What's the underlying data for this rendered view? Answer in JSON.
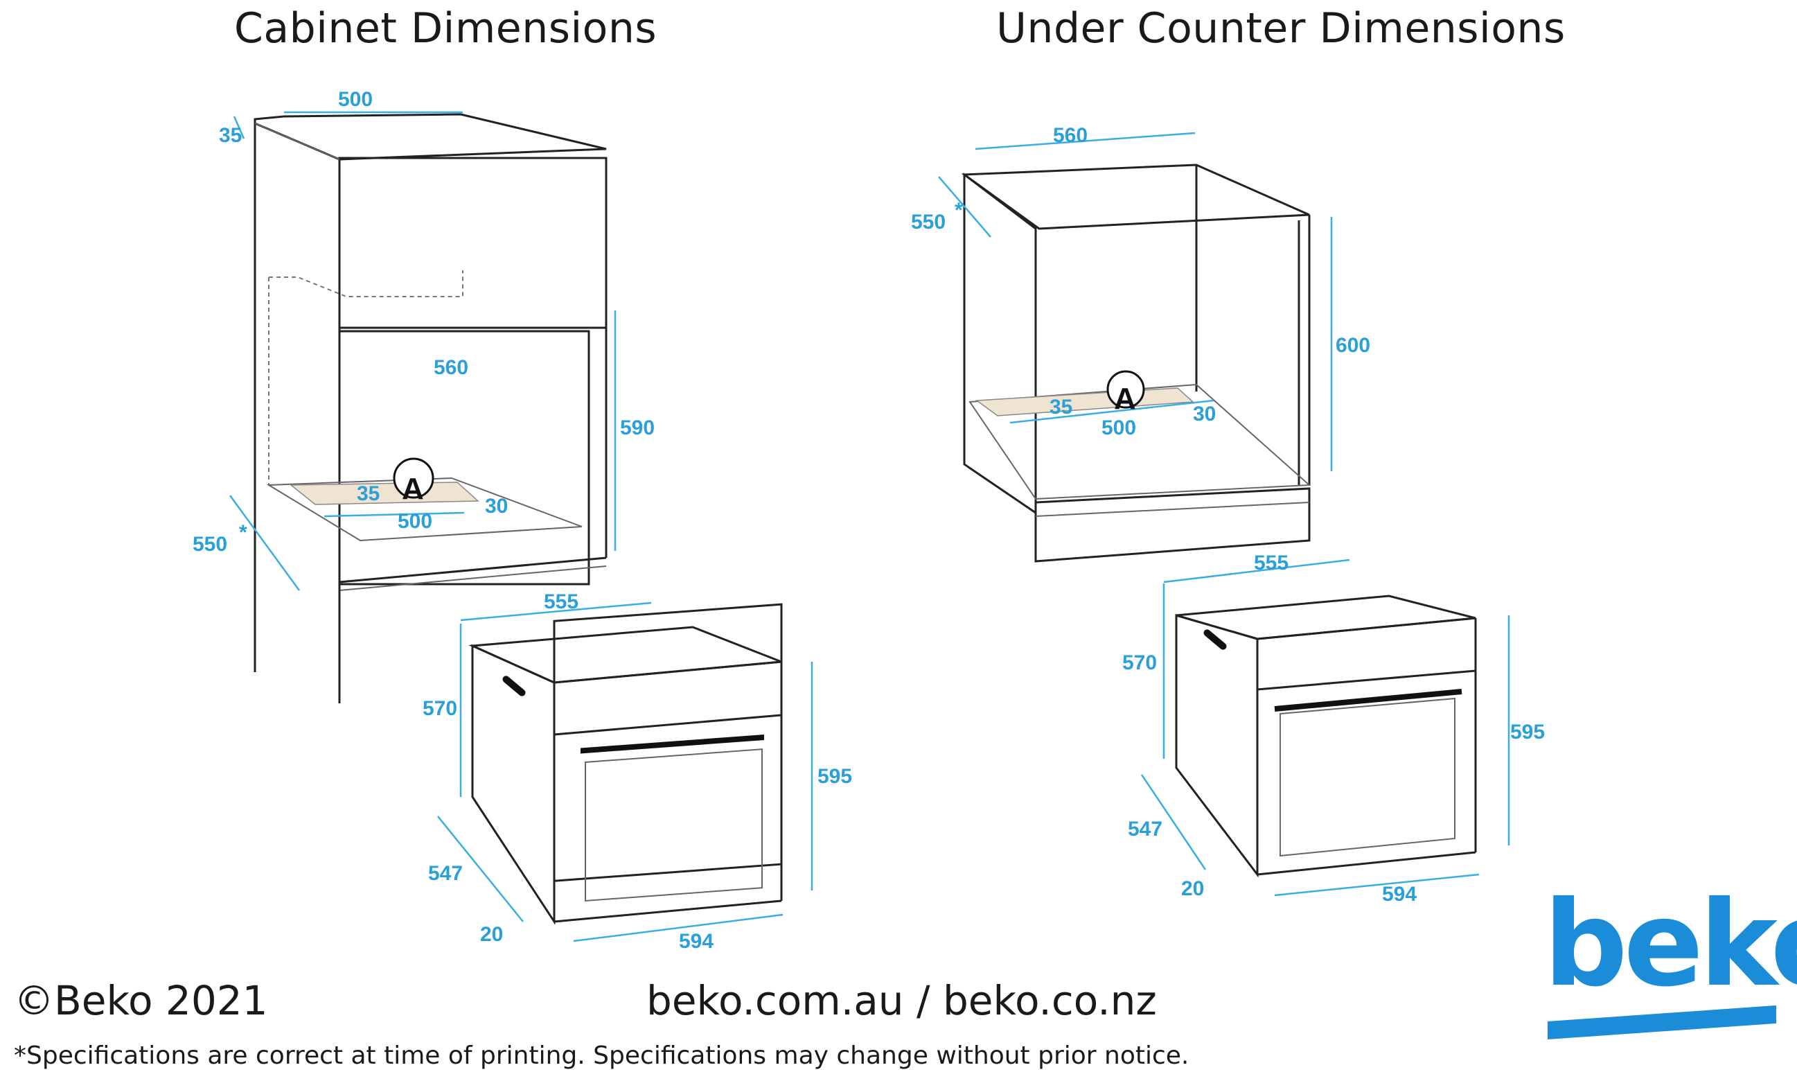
{
  "titles": {
    "cabinet": "Cabinet Dimensions",
    "under_counter": "Under Counter Dimensions"
  },
  "cabinet_dims": {
    "top_width": "500",
    "top_offset": "35",
    "inner_height_label": "560",
    "cavity_height": "590",
    "depth": "550",
    "depth_mark": "*",
    "vent_offset": "35",
    "vent_width": "500",
    "vent_right": "30",
    "vent_letter": "A"
  },
  "cabinet_oven": {
    "width_top": "555",
    "side_height": "570",
    "front_height": "595",
    "depth": "547",
    "front_offset": "20",
    "front_width": "594"
  },
  "under_dims": {
    "top_width": "560",
    "depth": "550",
    "depth_mark": "*",
    "height": "600",
    "vent_offset": "35",
    "vent_width": "500",
    "vent_right": "30",
    "vent_letter": "A"
  },
  "under_oven": {
    "width_top": "555",
    "side_height": "570",
    "front_height": "595",
    "depth": "547",
    "front_offset": "20",
    "front_width": "594"
  },
  "footer": {
    "copyright": "©Beko 2021",
    "website": "beko.com.au / beko.co.nz",
    "disclaimer": "*Specifications are correct at time of printing. Specifications may change without prior notice."
  },
  "brand": {
    "logo_text": "beko",
    "color": "#1a8cd8"
  },
  "colors": {
    "dimension": "#2a9fd8",
    "vent_fill": "#efe3d2"
  }
}
